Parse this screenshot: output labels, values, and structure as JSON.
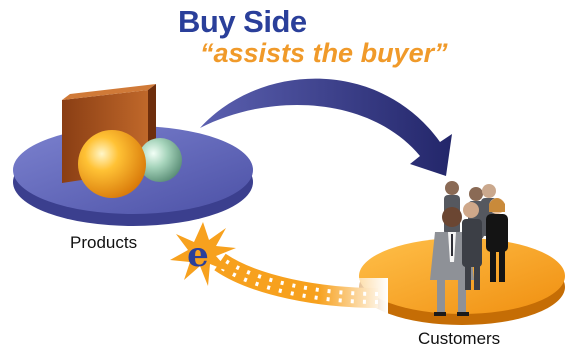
{
  "header": {
    "title": "Buy Side",
    "subtitle": "“assists the buyer”"
  },
  "nodes": {
    "products_label": "Products",
    "customers_label": "Customers"
  },
  "badge": {
    "letter": "e"
  },
  "colors": {
    "title_blue": "#2a3f9a",
    "subtitle_orange": "#f09a2a",
    "products_platform": "#5d63b8",
    "customers_platform": "#f7a11e",
    "arrow_navy": "#2c2f78",
    "arrow_orange": "#f7a11e"
  }
}
